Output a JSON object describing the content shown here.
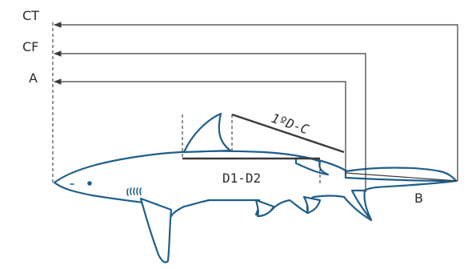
{
  "diagram": {
    "labels": {
      "ct": "CT",
      "cf": "CF",
      "a": "A",
      "b": "B",
      "first_dorsal_to_caudal": "1ºD-C",
      "dorsal_interspace": "D1-D2"
    },
    "colors": {
      "shark_outline": "#1f5f8b",
      "measurement_lines": "#3a3a3a",
      "text": "#2b2b2b"
    }
  }
}
